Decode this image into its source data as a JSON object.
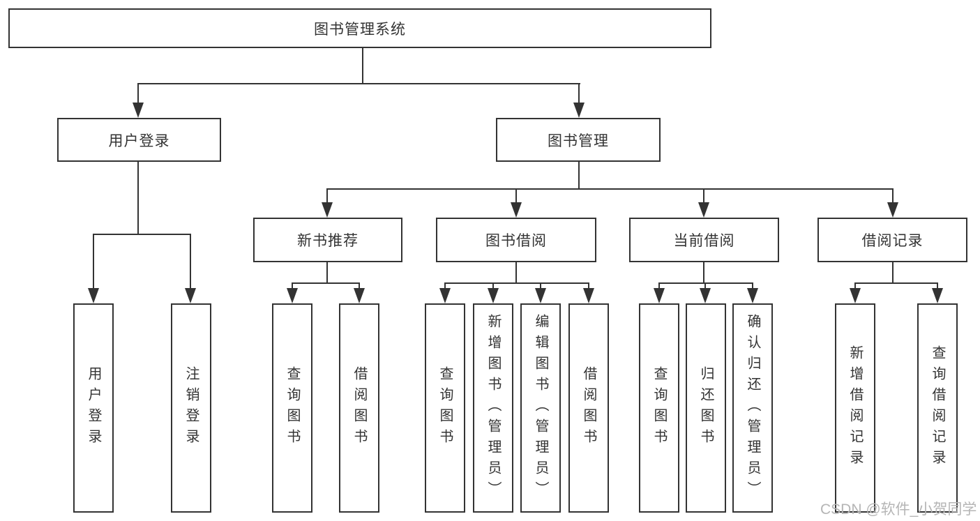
{
  "diagram": {
    "root": "图书管理系统",
    "level2": {
      "user_login": {
        "label": "用户登录",
        "children": [
          "用户登录",
          "注销登录"
        ]
      },
      "book_management": {
        "label": "图书管理"
      }
    },
    "level3": {
      "new_book_recommend": {
        "label": "新书推荐",
        "children": [
          "查询图书",
          "借阅图书"
        ]
      },
      "book_borrow": {
        "label": "图书借阅",
        "children": [
          "查询图书",
          "新增图书（管理员）",
          "编辑图书（管理员）",
          "借阅图书"
        ]
      },
      "current_borrow": {
        "label": "当前借阅",
        "children": [
          "查询图书",
          "归还图书",
          "确认归还（管理员）"
        ]
      },
      "borrow_records": {
        "label": "借阅记录",
        "children": [
          "新增借阅记录",
          "查询借阅记录"
        ]
      }
    }
  },
  "watermark": "CSDN @软件_小贺同学",
  "colors": {
    "line": "#333333",
    "text": "#333333",
    "watermark": "#b5b5b5",
    "background": "#ffffff"
  }
}
